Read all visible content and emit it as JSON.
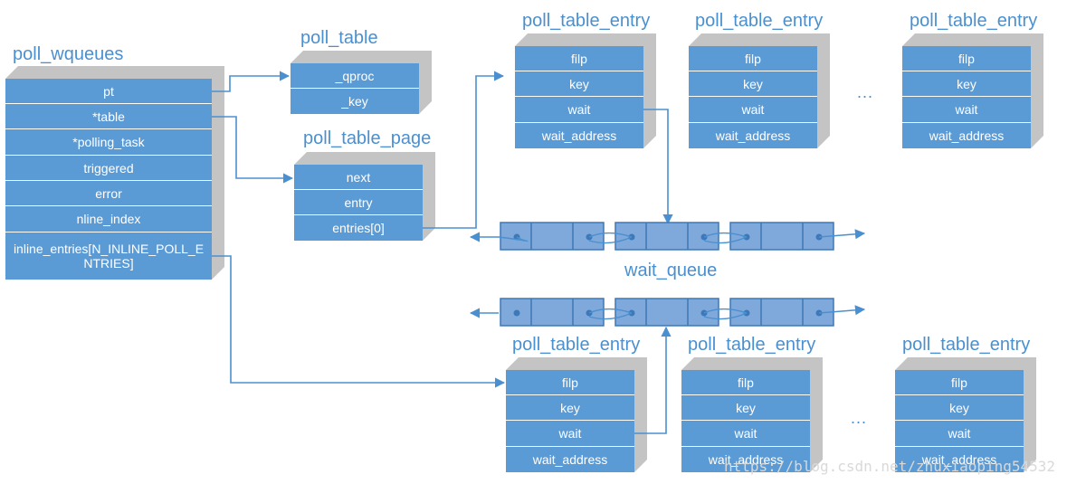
{
  "poll_wqueues": {
    "title": "poll_wqueues",
    "fields": [
      "pt",
      "*table",
      "*polling_task",
      "triggered",
      "error",
      "nline_index",
      "inline_entries[N_INLINE_POLL_ENTRIES]"
    ]
  },
  "poll_table": {
    "title": "poll_table",
    "fields": [
      "_qproc",
      "_key"
    ]
  },
  "poll_table_page": {
    "title": "poll_table_page",
    "fields": [
      "next",
      "entry",
      "entries[0]"
    ]
  },
  "entry_title": "poll_table_entry",
  "entry_fields": [
    "filp",
    "key",
    "wait",
    "wait_address"
  ],
  "wait_queue_label": "wait_queue",
  "ellipsis": "...",
  "watermark": "https://blog.csdn.net/zhuxiaoping54532"
}
